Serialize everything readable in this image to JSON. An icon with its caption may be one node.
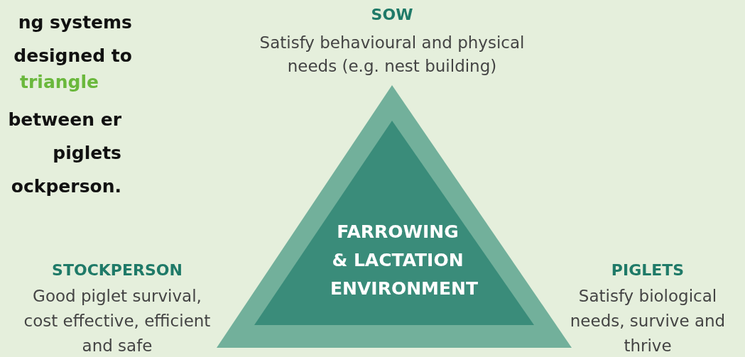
{
  "diagram": {
    "nodes": [
      {
        "text": [
          "FARROWING & LACTATION ENVIRONMENT"
        ]
      }
    ],
    "labels": [
      "ng systems designed to",
      "triangle",
      "between er piglets ockperson.",
      "SOW",
      "Satisfy behavioural and physical needs (e.g. nest building)",
      "STOCKPERSON",
      "Good piglet survival, cost effective, efficient and safe",
      "PIGLETS",
      "Satisfy biological needs, survive and thrive"
    ]
  }
}
